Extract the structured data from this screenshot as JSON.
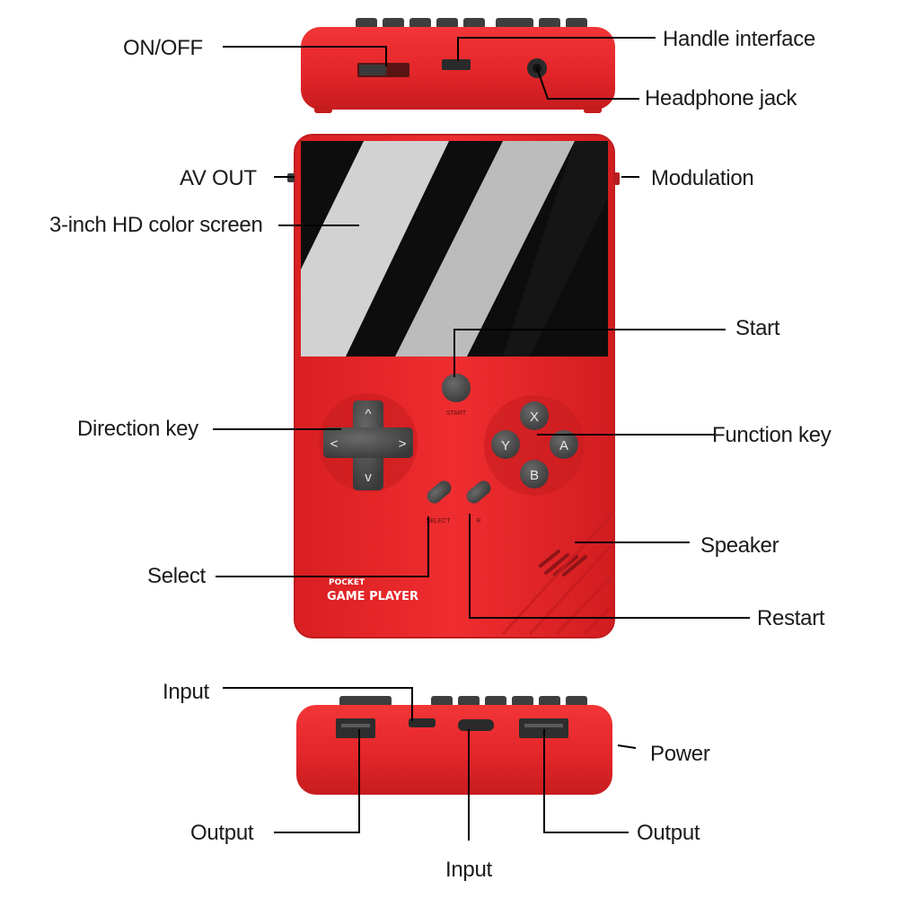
{
  "labels": {
    "on_off": "ON/OFF",
    "handle_interface": "Handle interface",
    "headphone_jack": "Headphone jack",
    "av_out": "AV OUT",
    "modulation": "Modulation",
    "screen": "3-inch HD color screen",
    "start": "Start",
    "direction_key": "Direction key",
    "function_key": "Function key",
    "speaker": "Speaker",
    "select": "Select",
    "restart": "Restart",
    "input_top": "Input",
    "power": "Power",
    "output_left": "Output",
    "output_right": "Output",
    "input_bottom": "Input"
  },
  "device": {
    "brand_line1": "POCKET",
    "brand_line2": "GAME PLAYER",
    "start_text": "START",
    "select_text": "SELECT",
    "restart_text": "R",
    "button_x": "X",
    "button_y": "Y",
    "button_a": "A",
    "button_b": "B",
    "dpad_up": "^",
    "dpad_down": "v",
    "dpad_left": "<",
    "dpad_right": ">"
  },
  "colors": {
    "body": "#e8272a",
    "body_dark": "#b81d20",
    "button": "#4a4a4a",
    "screen": "#0d0d0d"
  }
}
